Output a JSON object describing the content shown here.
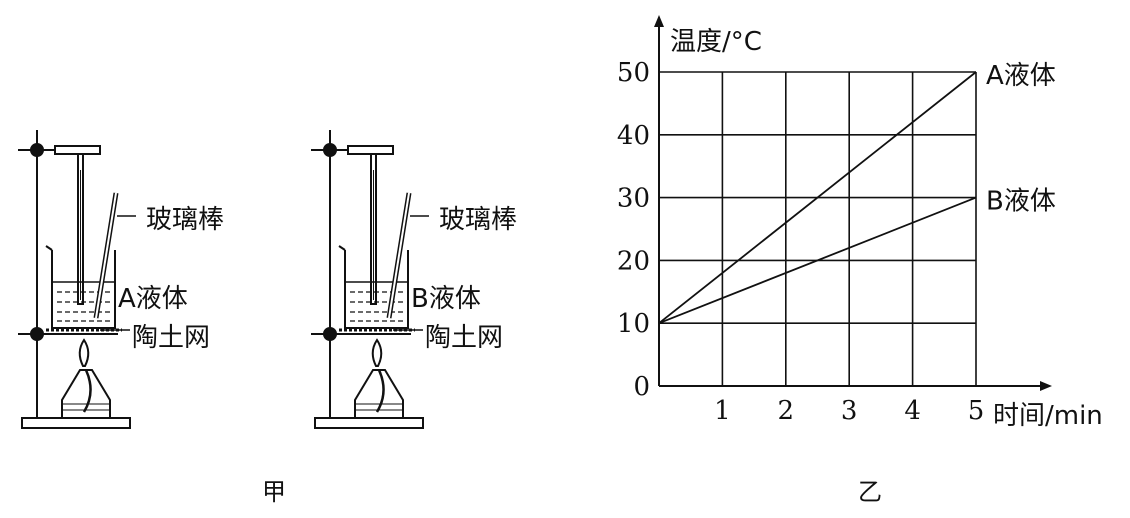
{
  "apparatus": {
    "left": {
      "rod_label": "玻璃棒",
      "liquid_label": "A液体",
      "gauze_label": "陶土网"
    },
    "right": {
      "rod_label": "玻璃棒",
      "liquid_label": "B液体",
      "gauze_label": "陶土网"
    },
    "caption": "甲"
  },
  "graph_caption": "乙",
  "chart_data": {
    "type": "line",
    "ylabel": "温度/°C",
    "xlabel": "时间/min",
    "x_ticks": [
      1,
      2,
      3,
      4,
      5
    ],
    "y_ticks": [
      0,
      10,
      20,
      30,
      40,
      50
    ],
    "xlim": [
      0,
      5
    ],
    "ylim": [
      0,
      50
    ],
    "grid": true,
    "series": [
      {
        "name": "A液体",
        "x": [
          0,
          5
        ],
        "y": [
          10,
          50
        ]
      },
      {
        "name": "B液体",
        "x": [
          0,
          5
        ],
        "y": [
          10,
          30
        ]
      }
    ]
  }
}
